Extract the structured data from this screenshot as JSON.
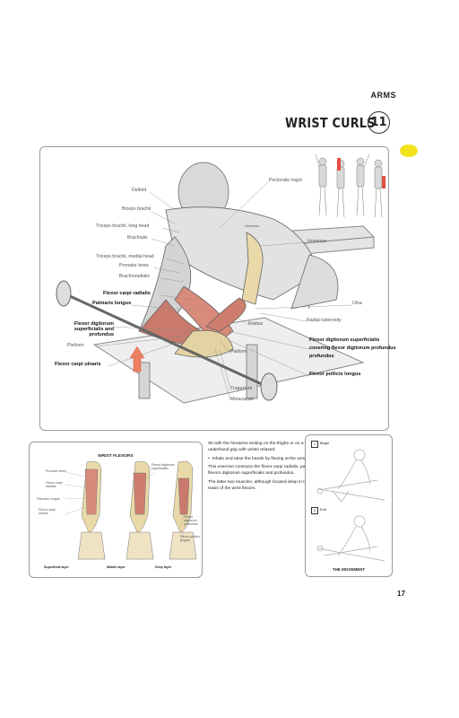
{
  "header": {
    "section": "ARMS",
    "title": "WRIST CURLS",
    "number": "11"
  },
  "main_labels": {
    "deltoid": "Deltoid",
    "biceps": "Biceps brachii",
    "triceps_long": "Triceps brachii, long head",
    "brachialis": "Brachialis",
    "triceps_medial": "Triceps brachii, medial head",
    "pronator_teres": "Pronator teres",
    "brachioradialis": "Brachioradialis",
    "fcr": "Flexor carpi radialis",
    "palmaris": "Palmaris longus",
    "fds_fdp_left": "Flexor digitorum superficialis and profundus",
    "pisiform_left": "Pisiform",
    "fcu": "Flexor carpi ulnaris",
    "pectoralis": "Pectoralis major",
    "humerus_top": "Humerus",
    "humerus": "Humerus",
    "ulna": "Ulna",
    "radius": "Radius",
    "radial_tuberosity": "Radial tuberosity",
    "pisiform_right": "Pisiform",
    "fds_right": "Flexor digitorum superficialis",
    "fdp_right": "covering flexor digitorum profundus",
    "fpl": "Flexor pollicis longus",
    "trapezium": "Trapezium",
    "metacarpal": "Metacarpal"
  },
  "flexors_panel": {
    "title": "WRIST FLEXORS",
    "labels": {
      "pronator_teres": "Pronator teres",
      "fcr": "Flexor carpi radialis",
      "palmaris": "Palmaris longus",
      "fcu": "Flexor carpi ulnaris",
      "fds": "Flexor digitorum superficialis",
      "fdp": "Flexor digitorum profundus",
      "fpl": "Flexor pollicis longus"
    },
    "layers": [
      "Superficial layer",
      "Middle layer",
      "Deep layer"
    ]
  },
  "description": {
    "intro": "Sit with the forearms resting on the thighs or on a bench and grasp the bar with an underhand grip with wrists relaxed:",
    "bullet": "Inhale and raise the hands by flexing at the wrists.",
    "para1": "This exercise contracts the flexor carpi radialis, palmaris longus, flexor carpi ulnaris, and the flexors digitorum superficialis and profundus.",
    "para2": "The latter two muscles, although located deep in the wrist, make up most of the muscle mass of the wrist flexors."
  },
  "movement": {
    "step1_num": "1",
    "step1_label": "Begin",
    "step2_num": "2",
    "step2_label": "End",
    "caption": "THE MOVEMENT"
  },
  "footer": {
    "page_number": "17"
  }
}
